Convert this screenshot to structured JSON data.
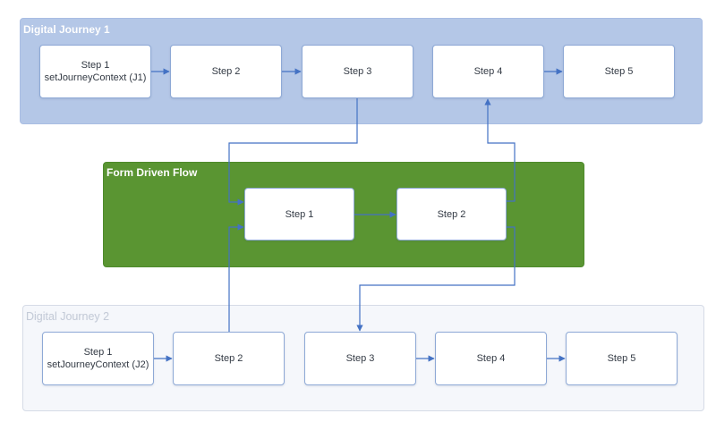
{
  "digital_journey_1": {
    "title": "Digital Journey 1",
    "steps": [
      {
        "label": "Step 1",
        "sublabel": "setJourneyContext (J1)"
      },
      {
        "label": "Step 2"
      },
      {
        "label": "Step 3"
      },
      {
        "label": "Step 4"
      },
      {
        "label": "Step 5"
      }
    ]
  },
  "form_driven_flow": {
    "title": "Form Driven Flow",
    "steps": [
      {
        "label": "Step 1"
      },
      {
        "label": "Step 2"
      }
    ]
  },
  "digital_journey_2": {
    "title": "Digital Journey 2",
    "steps": [
      {
        "label": "Step 1",
        "sublabel": "setJourneyContext (J2)"
      },
      {
        "label": "Step 2"
      },
      {
        "label": "Step 3"
      },
      {
        "label": "Step 4"
      },
      {
        "label": "Step 5"
      }
    ]
  },
  "colors": {
    "journey1_bg": "#b4c7e7",
    "form_flow_bg": "#5a9532",
    "journey2_bg": "#f5f7fb",
    "connector": "#4472c4"
  }
}
